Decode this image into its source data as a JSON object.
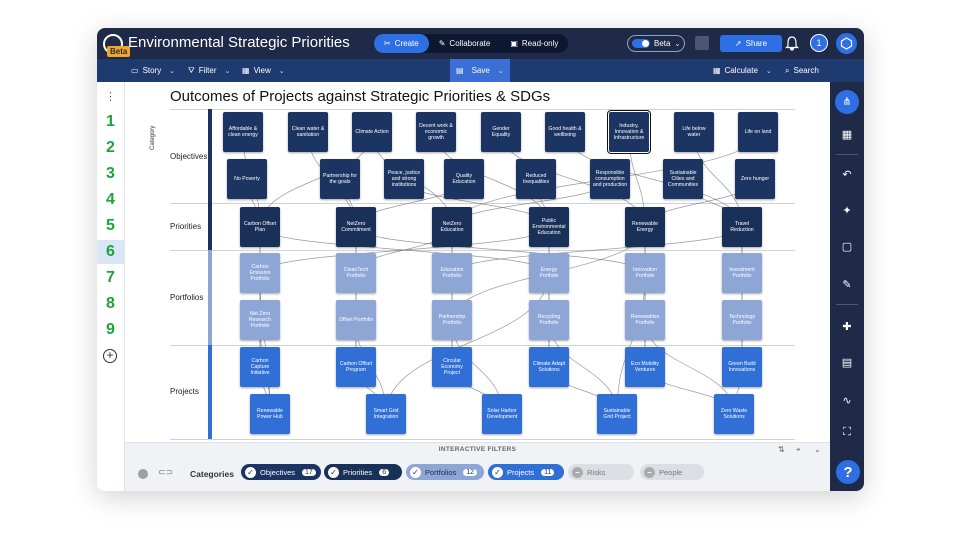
{
  "app": {
    "title": "Environmental Strategic Priorities",
    "badge": "Beta"
  },
  "titlebar": {
    "create": "Create",
    "collaborate": "Collaborate",
    "readonly": "Read-only",
    "beta_toggle": "Beta",
    "share": "Share",
    "avatar": "1"
  },
  "toolbar": {
    "story": "Story",
    "filter": "Filter",
    "view": "View",
    "save": "Save",
    "calculate": "Calculate",
    "search": "Search"
  },
  "rows": [
    "1",
    "2",
    "3",
    "4",
    "5",
    "6",
    "7",
    "8",
    "9"
  ],
  "active_row": "6",
  "page": {
    "title": "Outcomes of Projects against Strategic Priorities & SDGs",
    "category_header": "Category",
    "row_labels": [
      "Objectives",
      "Priorities",
      "Portfolios",
      "Projects"
    ]
  },
  "nodes": {
    "objectives": [
      "Affordable & clean energy",
      "Clean water & sanitation",
      "Climate Action",
      "Decent work & economic growth",
      "Gender Equality",
      "Good health & wellbeing",
      "Industry, Innovation & Infrastructure",
      "Life below water",
      "Life on land",
      "No Poverty",
      "Partnership for the goals",
      "Peace, justice and strong institutions",
      "Quality Education",
      "Reduced Inequalities",
      "Responsible consumption and production",
      "Sustainable Cities and Communities",
      "Zero hunger"
    ],
    "priorities": [
      "Carbon Offset Plan",
      "NetZero Commitment",
      "NetZero Education",
      "Public Environmental Education",
      "Renewable Energy",
      "Travel Reduction"
    ],
    "portfolios": [
      "Carbon Emission Portfolio",
      "CleanTech Portfolio",
      "Education Portfolio",
      "Energy Portfolio",
      "Innovation Portfolio",
      "Investment Portfolio",
      "Net Zero Research Portfolio",
      "Offset Portfolio",
      "Partnership Portfolio",
      "Recycling Portfolio",
      "Renewables Portfolio",
      "Technology Portfolio"
    ],
    "projects": [
      "Carbon Capture Initiative",
      "Carbon Offset Program",
      "Circular Economy Project",
      "Climate Adapt Solutions",
      "Eco Mobility Ventures",
      "Green Build Innovations",
      "Renewable Power Hub",
      "Smart Grid Integration",
      "Solar Harbor Development",
      "Sustainable Grid Project",
      "Zero Waste Solutions"
    ]
  },
  "filters": {
    "title": "INTERACTIVE FILTERS",
    "categories_label": "Categories",
    "chips": [
      {
        "label": "Objectives",
        "count": "17",
        "active": true,
        "color": "#1b3462"
      },
      {
        "label": "Priorities",
        "count": "6",
        "active": true,
        "color": "#193058"
      },
      {
        "label": "Portfolios",
        "count": "12",
        "active": true,
        "color": "#8da6d6"
      },
      {
        "label": "Projects",
        "count": "11",
        "active": true,
        "color": "#2f6fd6"
      },
      {
        "label": "Risks",
        "count": "",
        "active": false,
        "color": "#dcdee3"
      },
      {
        "label": "People",
        "count": "",
        "active": false,
        "color": "#dcdee3"
      }
    ]
  },
  "colors": {
    "titlebar": "#1e2a48",
    "toolbar": "#1f3a6e",
    "accent": "#2f6fe4",
    "row_numbers": "#1fa33c"
  },
  "icons": {
    "story": "story-icon",
    "filter": "filter-icon",
    "view": "grid-icon",
    "save": "save-icon",
    "calculate": "calculator-icon",
    "search": "search-icon"
  }
}
